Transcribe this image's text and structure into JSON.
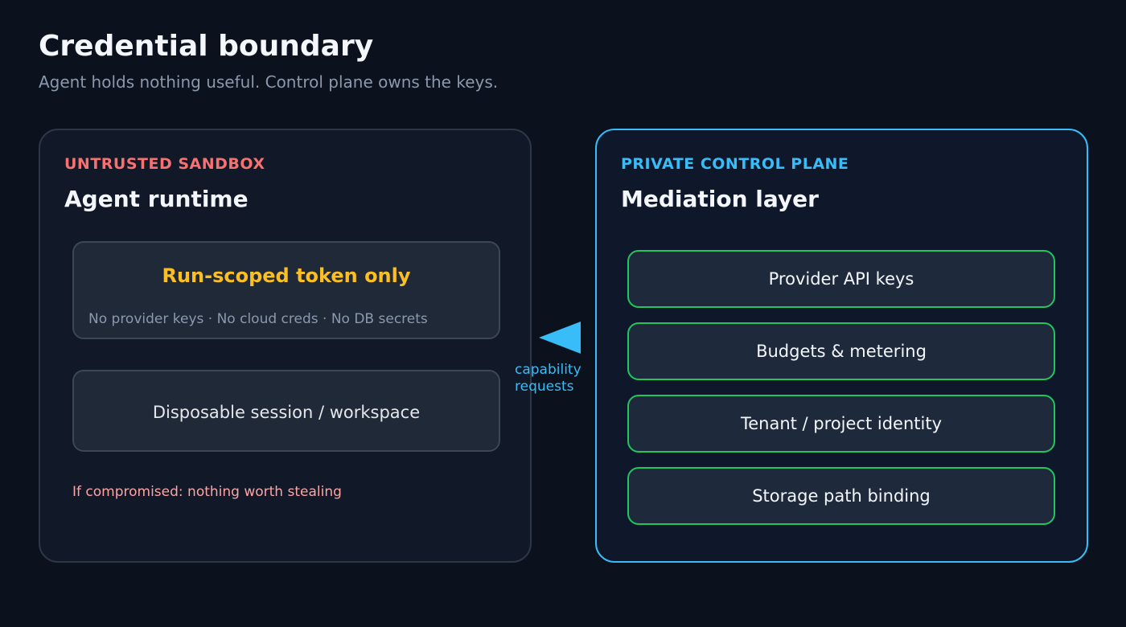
{
  "header": {
    "title": "Credential boundary",
    "subtitle": "Agent holds nothing useful. Control plane owns the keys."
  },
  "sandbox": {
    "eyebrow": "UNTRUSTED SANDBOX",
    "heading": "Agent runtime",
    "token_title": "Run-scoped token only",
    "token_note": "No provider keys · No cloud creds · No DB secrets",
    "session_label": "Disposable session / workspace",
    "warning": "If compromised: nothing worth stealing",
    "accent_color": "#f87171"
  },
  "connector": {
    "label_line1": "capability",
    "label_line2": "requests",
    "color": "#38bdf8"
  },
  "control_plane": {
    "eyebrow": "PRIVATE CONTROL PLANE",
    "heading": "Mediation layer",
    "items": [
      "Provider API keys",
      "Budgets & metering",
      "Tenant / project identity",
      "Storage path binding"
    ],
    "accent_color": "#38bdf8",
    "item_border_color": "#22c55e"
  }
}
